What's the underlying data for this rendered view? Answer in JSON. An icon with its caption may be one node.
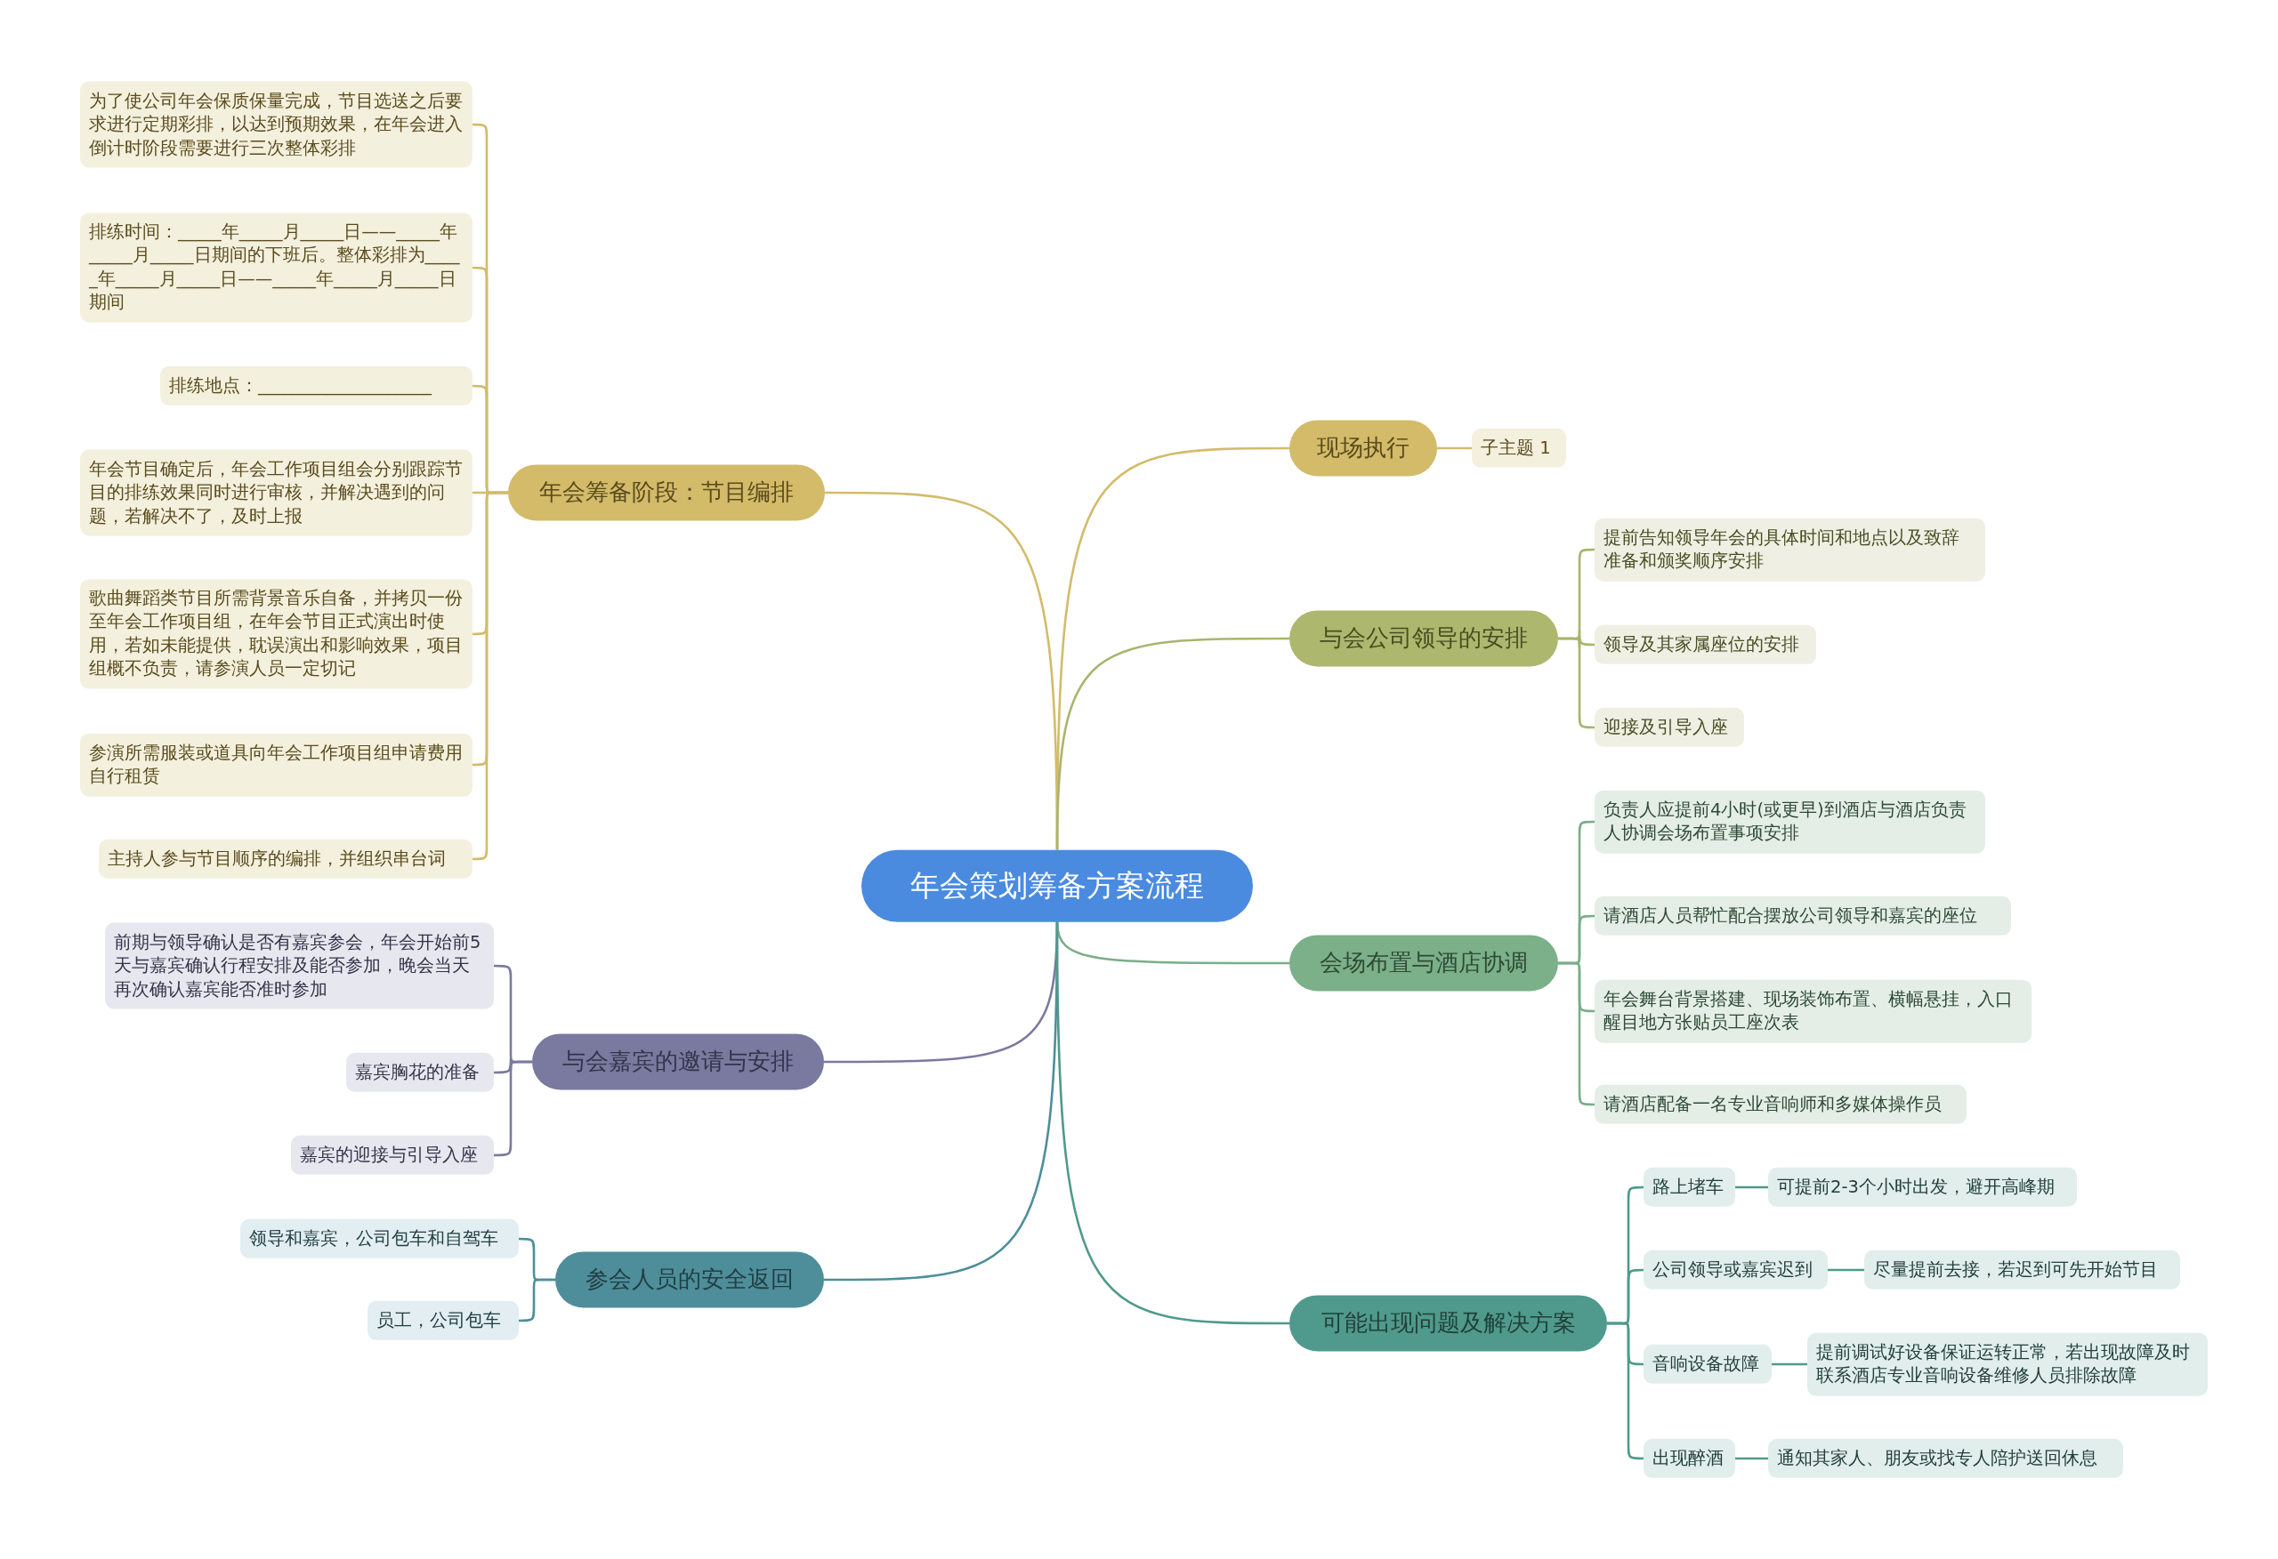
{
  "diagram": {
    "nodes": [
      {
        "text": [
          "年会策划筹备方案流程"
        ]
      },
      {
        "text": [
          "年会筹备阶段：节目编排"
        ]
      },
      {
        "text": [
          "为了使公司年会保质保量完成，节目选送之后要求进行定期彩排，以达到预期效果，在年会进入倒计时阶段需要进行三次整体彩排"
        ]
      },
      {
        "text": [
          "排练时间：_____年_____月_____日——_____年_____月_____日期间的下班后。整体彩排为_____年_____月_____日——_____年_____月_____日期间"
        ]
      },
      {
        "text": [
          "排练地点：____________________"
        ]
      },
      {
        "text": [
          "年会节目确定后，年会工作项目组会分别跟踪节目的排练效果同时进行审核，并解决遇到的问题，若解决不了，及时上报"
        ]
      },
      {
        "text": [
          "歌曲舞蹈类节目所需背景音乐自备，并拷贝一份至年会工作项目组，在年会节目正式演出时使用，若如未能提供，耽误演出和影响效果，项目组概不负责，请参演人员一定切记"
        ]
      },
      {
        "text": [
          "参演所需服装或道具向年会工作项目组申请费用自行租赁"
        ]
      },
      {
        "text": [
          "主持人参与节目顺序的编排，并组织串台词"
        ]
      },
      {
        "text": [
          "与会嘉宾的邀请与安排"
        ]
      },
      {
        "text": [
          "前期与领导确认是否有嘉宾参会，年会开始前5天与嘉宾确认行程安排及能否参加，晚会当天再次确认嘉宾能否准时参加"
        ]
      },
      {
        "text": [
          "嘉宾胸花的准备"
        ]
      },
      {
        "text": [
          "嘉宾的迎接与引导入座"
        ]
      },
      {
        "text": [
          "参会人员的安全返回"
        ]
      },
      {
        "text": [
          "领导和嘉宾，公司包车和自驾车"
        ]
      },
      {
        "text": [
          "员工，公司包车"
        ]
      },
      {
        "text": [
          "现场执行"
        ]
      },
      {
        "text": [
          "子主题 1"
        ]
      },
      {
        "text": [
          "与会公司领导的安排"
        ]
      },
      {
        "text": [
          "提前告知领导年会的具体时间和地点以及致辞准备和颁奖顺序安排"
        ]
      },
      {
        "text": [
          "领导及其家属座位的安排"
        ]
      },
      {
        "text": [
          "迎接及引导入座"
        ]
      },
      {
        "text": [
          "会场布置与酒店协调"
        ]
      },
      {
        "text": [
          "负责人应提前4小时(或更早)到酒店与酒店负责人协调会场布置事项安排"
        ]
      },
      {
        "text": [
          "请酒店人员帮忙配合摆放公司领导和嘉宾的座位"
        ]
      },
      {
        "text": [
          "年会舞台背景搭建、现场装饰布置、横幅悬挂，入口醒目地方张贴员工座次表"
        ]
      },
      {
        "text": [
          "请酒店配备一名专业音响师和多媒体操作员"
        ]
      },
      {
        "text": [
          "可能出现问题及解决方案"
        ]
      },
      {
        "text": [
          "路上堵车"
        ]
      },
      {
        "text": [
          "可提前2-3个小时出发，避开高峰期"
        ]
      },
      {
        "text": [
          "公司领导或嘉宾迟到"
        ]
      },
      {
        "text": [
          "尽量提前去接，若迟到可先开始节目"
        ]
      },
      {
        "text": [
          "音响设备故障"
        ]
      },
      {
        "text": [
          "提前调试好设备保证运转正常，若出现故障及时联系酒店专业音响设备维修人员排除故障"
        ]
      },
      {
        "text": [
          "出现醉酒"
        ]
      },
      {
        "text": [
          "通知其家人、朋友或找专人陪护送回休息"
        ]
      }
    ],
    "edges": [
      {
        "from": 0,
        "to": 1,
        "arrow": "none",
        "color": "#d3bb6a"
      },
      {
        "from": 1,
        "to": 2,
        "arrow": "none",
        "color": "#d3bb6a"
      },
      {
        "from": 1,
        "to": 3,
        "arrow": "none",
        "color": "#d3bb6a"
      },
      {
        "from": 1,
        "to": 4,
        "arrow": "none",
        "color": "#d3bb6a"
      },
      {
        "from": 1,
        "to": 5,
        "arrow": "none",
        "color": "#d3bb6a"
      },
      {
        "from": 1,
        "to": 6,
        "arrow": "none",
        "color": "#d3bb6a"
      },
      {
        "from": 1,
        "to": 7,
        "arrow": "none",
        "color": "#d3bb6a"
      },
      {
        "from": 1,
        "to": 8,
        "arrow": "none",
        "color": "#d3bb6a"
      },
      {
        "from": 0,
        "to": 9,
        "arrow": "none",
        "color": "#7a7aa0"
      },
      {
        "from": 9,
        "to": 10,
        "arrow": "none",
        "color": "#7a7aa0"
      },
      {
        "from": 9,
        "to": 11,
        "arrow": "none",
        "color": "#7a7aa0"
      },
      {
        "from": 9,
        "to": 12,
        "arrow": "none",
        "color": "#7a7aa0"
      },
      {
        "from": 0,
        "to": 13,
        "arrow": "none",
        "color": "#4e8e9a"
      },
      {
        "from": 13,
        "to": 14,
        "arrow": "none",
        "color": "#4e8e9a"
      },
      {
        "from": 13,
        "to": 15,
        "arrow": "none",
        "color": "#4e8e9a"
      },
      {
        "from": 0,
        "to": 16,
        "arrow": "none",
        "color": "#d3bb6a"
      },
      {
        "from": 16,
        "to": 17,
        "arrow": "none",
        "color": "#d3bb6a"
      },
      {
        "from": 0,
        "to": 18,
        "arrow": "none",
        "color": "#a9b56c"
      },
      {
        "from": 18,
        "to": 19,
        "arrow": "none",
        "color": "#a9b56c"
      },
      {
        "from": 18,
        "to": 20,
        "arrow": "none",
        "color": "#a9b56c"
      },
      {
        "from": 18,
        "to": 21,
        "arrow": "none",
        "color": "#a9b56c"
      },
      {
        "from": 0,
        "to": 22,
        "arrow": "none",
        "color": "#79ae88"
      },
      {
        "from": 22,
        "to": 23,
        "arrow": "none",
        "color": "#79ae88"
      },
      {
        "from": 22,
        "to": 24,
        "arrow": "none",
        "color": "#79ae88"
      },
      {
        "from": 22,
        "to": 25,
        "arrow": "none",
        "color": "#79ae88"
      },
      {
        "from": 22,
        "to": 26,
        "arrow": "none",
        "color": "#79ae88"
      },
      {
        "from": 0,
        "to": 27,
        "arrow": "none",
        "color": "#4f9a8c"
      },
      {
        "from": 27,
        "to": 28,
        "arrow": "none",
        "color": "#4f9a8c"
      },
      {
        "from": 28,
        "to": 29,
        "arrow": "none",
        "color": "#4f9a8c"
      },
      {
        "from": 27,
        "to": 30,
        "arrow": "none",
        "color": "#4f9a8c"
      },
      {
        "from": 30,
        "to": 31,
        "arrow": "none",
        "color": "#4f9a8c"
      },
      {
        "from": 27,
        "to": 32,
        "arrow": "none",
        "color": "#4f9a8c"
      },
      {
        "from": 32,
        "to": 33,
        "arrow": "none",
        "color": "#4f9a8c"
      },
      {
        "from": 27,
        "to": 34,
        "arrow": "none",
        "color": "#4f9a8c"
      },
      {
        "from": 34,
        "to": 35,
        "arrow": "none",
        "color": "#4f9a8c"
      }
    ]
  }
}
